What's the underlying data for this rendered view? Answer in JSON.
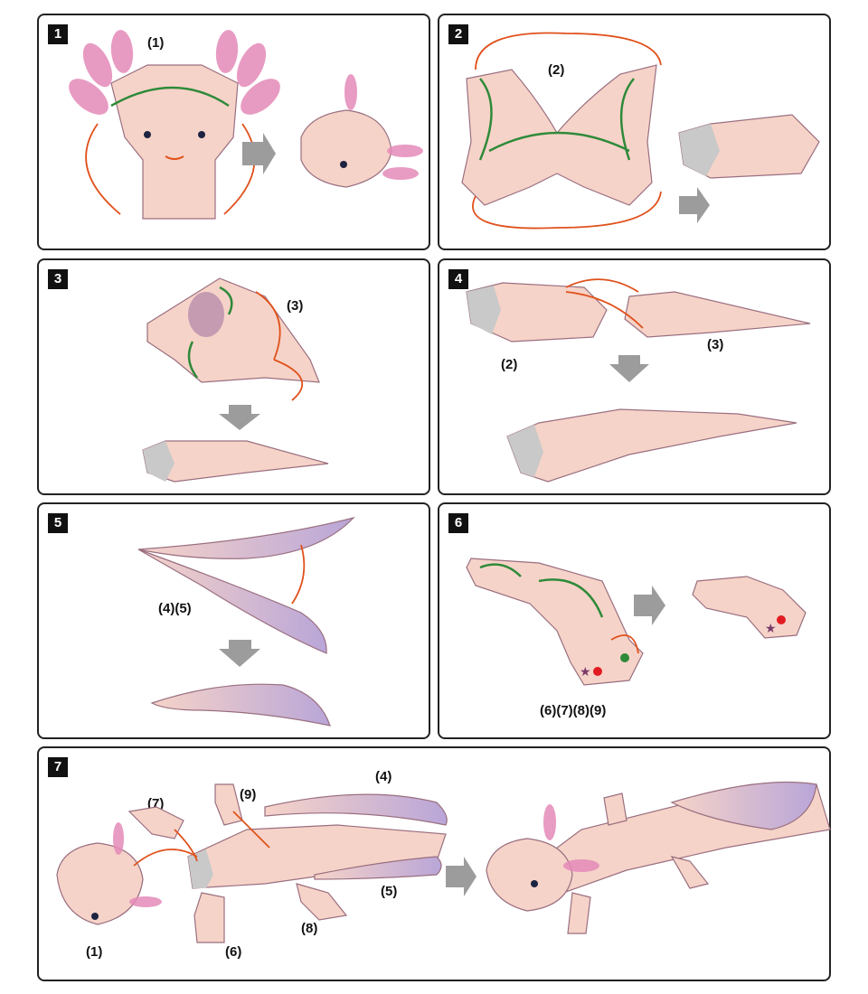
{
  "steps": [
    {
      "number": "1",
      "labels": [
        "(1)"
      ]
    },
    {
      "number": "2",
      "labels": [
        "(2)"
      ]
    },
    {
      "number": "3",
      "labels": [
        "(3)"
      ]
    },
    {
      "number": "4",
      "labels": [
        "(2)",
        "(3)"
      ]
    },
    {
      "number": "5",
      "labels": [
        "(4)(5)"
      ]
    },
    {
      "number": "6",
      "labels": [
        "(6)(7)(8)(9)"
      ]
    },
    {
      "number": "7",
      "labels": [
        "(1)",
        "(4)",
        "(5)",
        "(6)",
        "(7)",
        "(8)",
        "(9)"
      ]
    }
  ],
  "colors": {
    "body_pink": "#f6d3c8",
    "fin_purple": "#b9a6d8",
    "gill_pink": "#e48ab8",
    "arrow_orange": "#e0511c",
    "arrow_green": "#2e8a3a",
    "step_arrow_gray": "#9c9c9c",
    "fold_gray": "#c9c9c9"
  }
}
